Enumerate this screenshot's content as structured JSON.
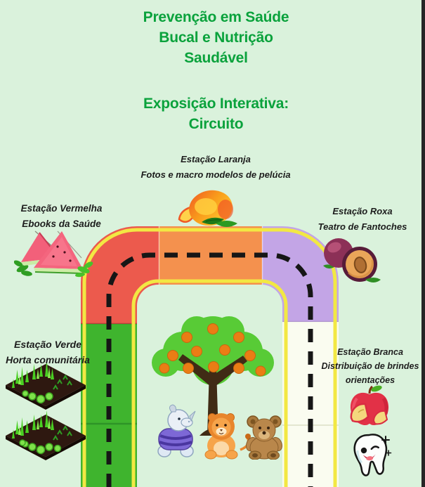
{
  "poster": {
    "title": "Prevenção em Saúde\nBucal e Nutrição\nSaudável",
    "subtitle": "Exposição Interativa:\nCircuito"
  },
  "stations": {
    "laranja": {
      "name": "Estação Laranja",
      "desc": "Fotos e macro modelos de pelúcia"
    },
    "vermelha": {
      "name": "Estação Vermelha",
      "desc": "Ebooks da Saúde"
    },
    "roxa": {
      "name": "Estação Roxa",
      "desc": "Teatro de Fantoches"
    },
    "verde": {
      "name": "Estação Verde",
      "desc": "Horta comunitária"
    },
    "branca": {
      "name": "Estação Branca",
      "desc": "Distribuição de brindes\norientações"
    }
  },
  "colors": {
    "background": "#daf2dc",
    "title_green": "#0aa23c",
    "label_text": "#1d1d1d",
    "path_red": "#ec5a4d",
    "path_orange": "#f4914e",
    "path_purple": "#c3a5e6",
    "path_green": "#3fb42e",
    "path_white": "#fafcf0",
    "lane_stripe_yellow": "#f2e843",
    "dash_black": "#161616",
    "right_border": "#262626"
  },
  "icons": {
    "watermelon": "watermelon slices with mint leaves",
    "mango": "mango with cut slice and leaves",
    "plum": "plums with cut half showing pit",
    "garden": "two raised garden beds with plants",
    "fruit_tree": "tree with orange fruits",
    "plush_toys": "plush hippo, lion and teddy bear",
    "apple": "red apple with slices",
    "tooth": "winking tooth character"
  }
}
